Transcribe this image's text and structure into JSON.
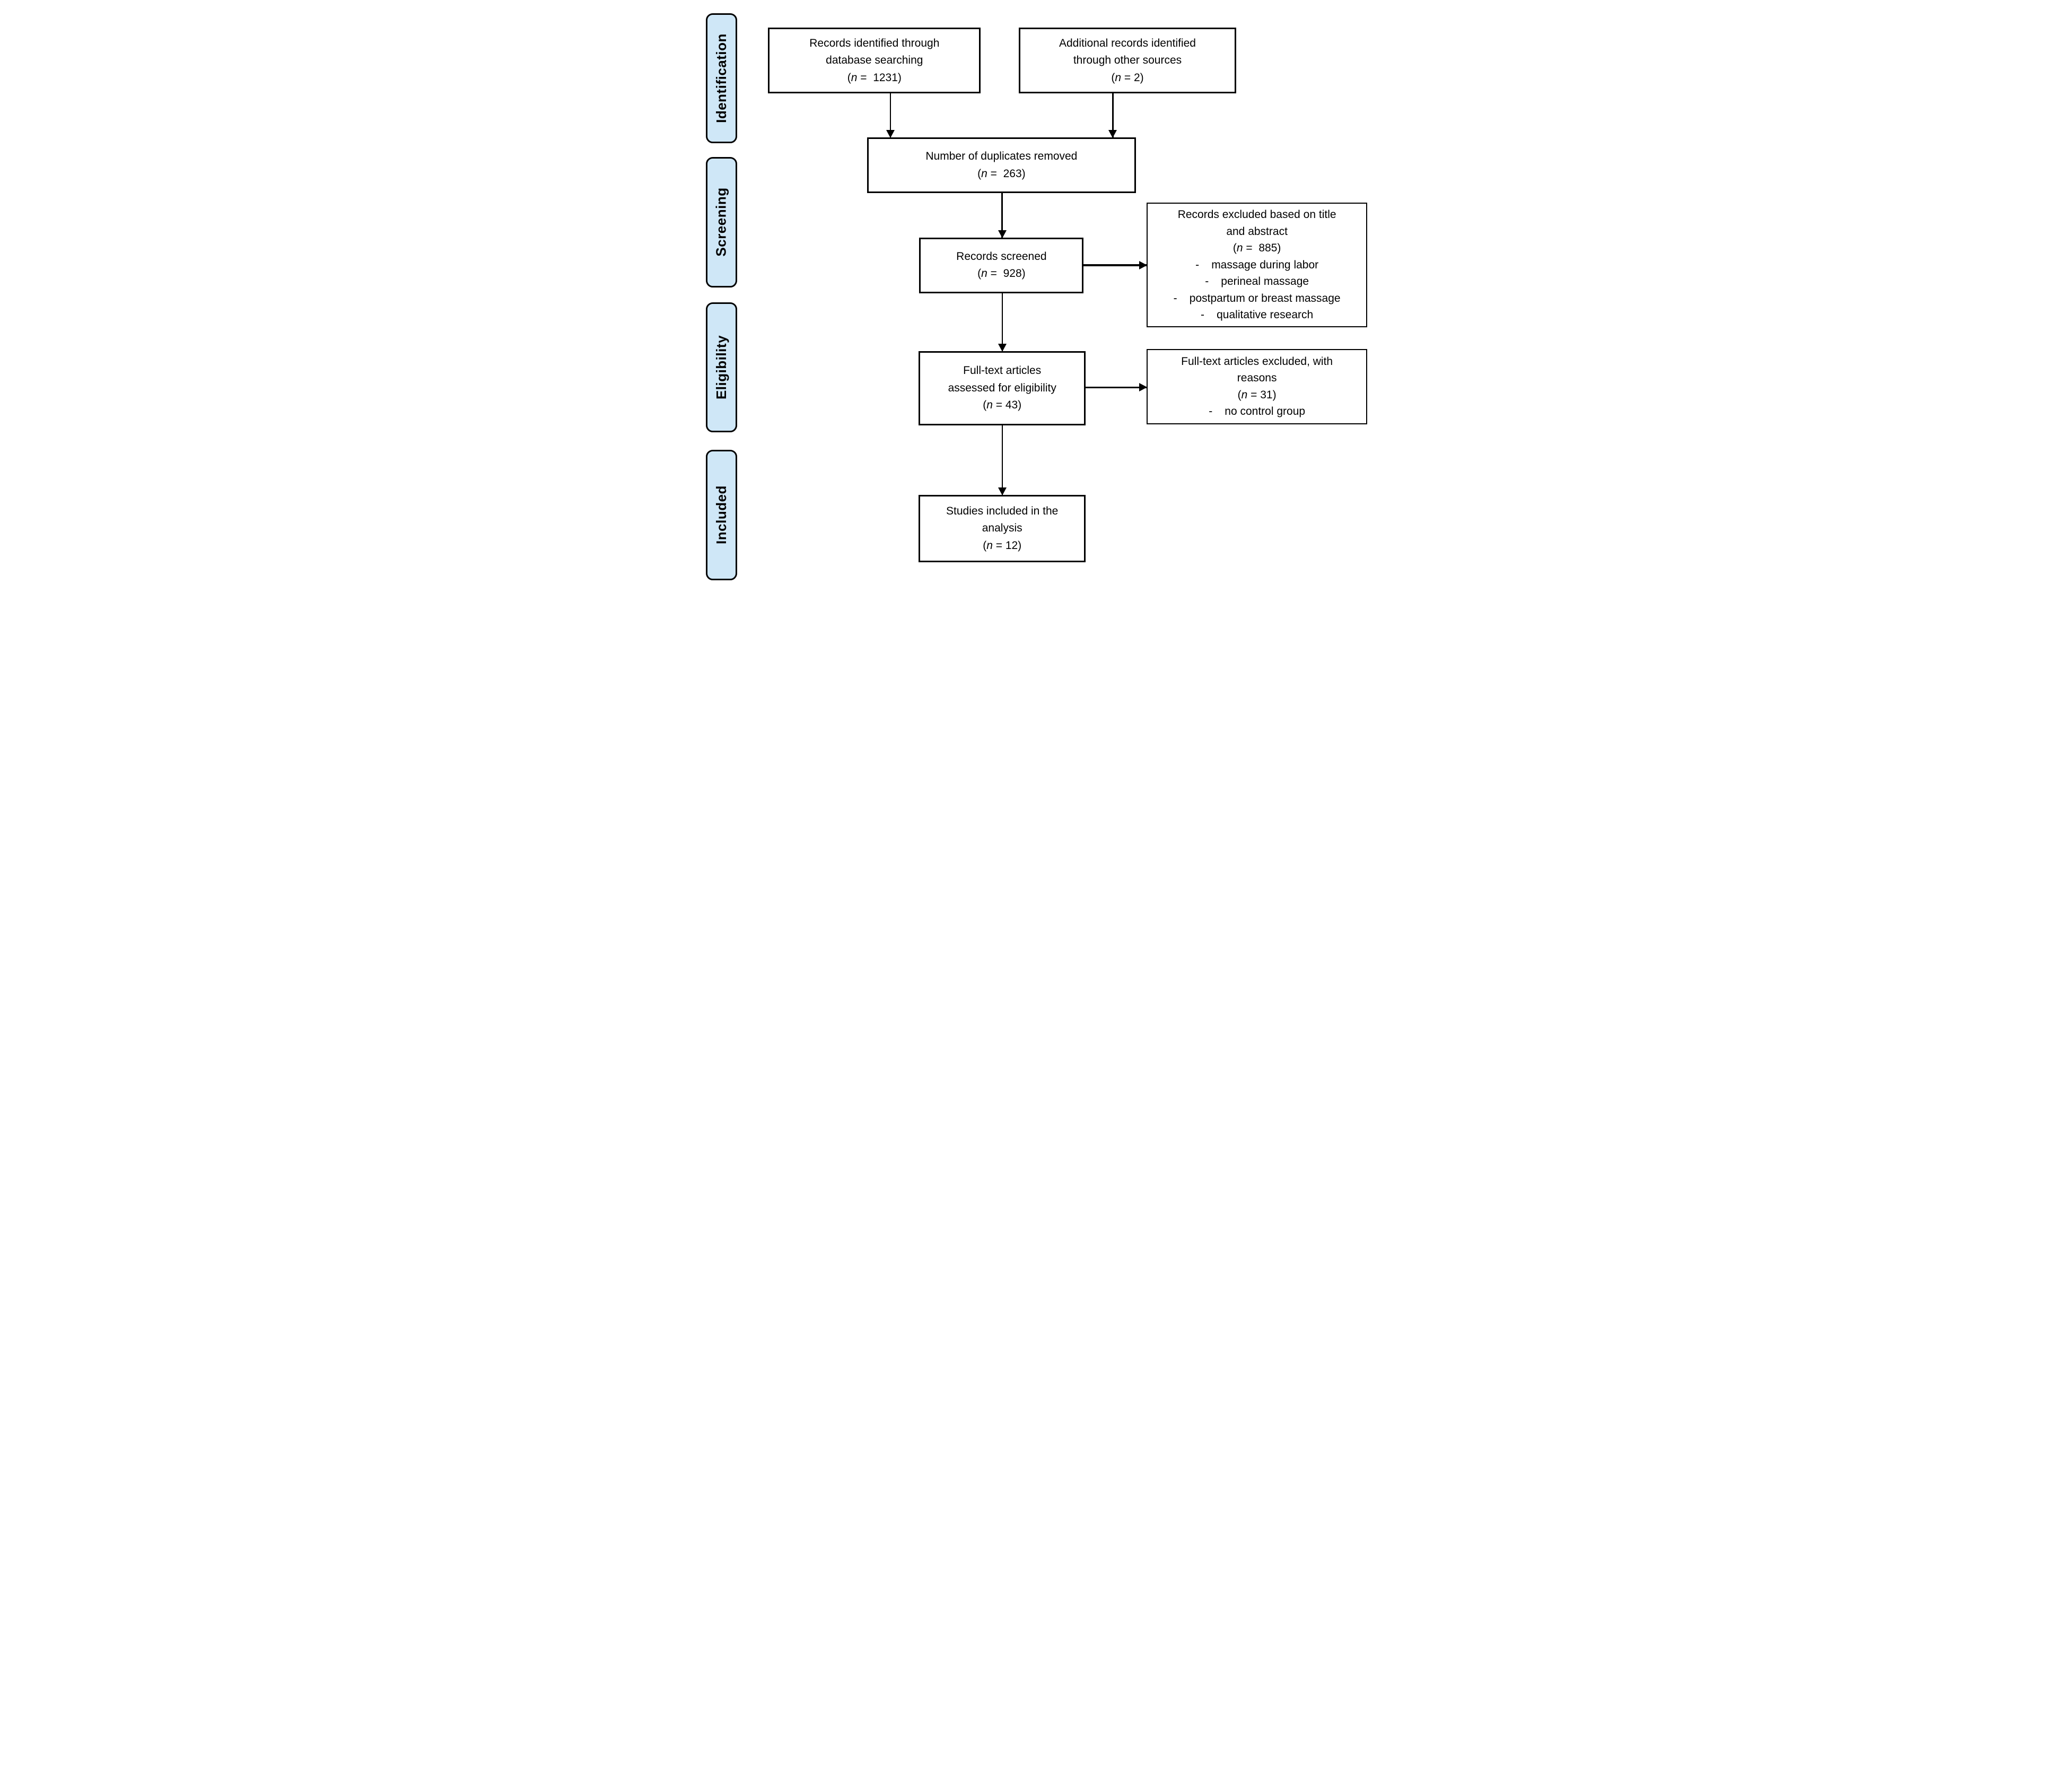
{
  "ui": {
    "bullet_dash": "-",
    "colors": {
      "stage_fill": "#cfe7f7",
      "line": "#000000",
      "background": "#ffffff"
    }
  },
  "stages": {
    "identification": "Identification",
    "screening": "Screening",
    "eligibility": "Eligibility",
    "included": "Included"
  },
  "boxes": {
    "records_identified": {
      "line1": "Records identified through",
      "line2": "database searching",
      "n_open": "(",
      "n_italic": "n",
      "n_rest": " =  1231)"
    },
    "additional_records": {
      "line1": "Additional records identified",
      "line2": "through other sources",
      "n_open": "(",
      "n_italic": "n",
      "n_rest": " = 2)"
    },
    "duplicates_removed": {
      "line1": "Number of duplicates removed",
      "n_open": "(",
      "n_italic": "n",
      "n_rest": " =  263)"
    },
    "records_screened": {
      "line1": "Records screened",
      "n_open": "(",
      "n_italic": "n",
      "n_rest": " =  928)"
    },
    "records_excluded": {
      "line1": "Records excluded based on title",
      "line2": "and abstract",
      "n_open": "(",
      "n_italic": "n",
      "n_rest": " =  885)",
      "bullets": [
        "massage during labor",
        "perineal massage",
        "postpartum or breast massage",
        "qualitative research"
      ]
    },
    "fulltext_assessed": {
      "line1": "Full-text articles",
      "line2": "assessed for eligibility",
      "n_open": "(",
      "n_italic": "n",
      "n_rest": " = 43)"
    },
    "fulltext_excluded": {
      "line1": "Full-text articles excluded, with",
      "line2": "reasons",
      "n_open": "(",
      "n_italic": "n",
      "n_rest": " = 31)",
      "bullets": [
        "no control group"
      ]
    },
    "studies_included": {
      "line1": "Studies included in the",
      "line2": "analysis",
      "n_open": "(",
      "n_italic": "n",
      "n_rest": " = 12)"
    }
  }
}
